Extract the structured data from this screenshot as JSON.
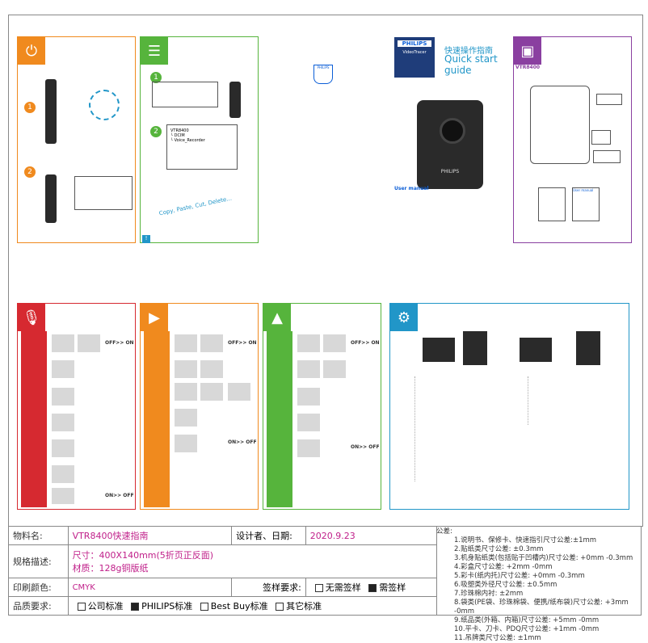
{
  "colors": {
    "orange": "#f08a1e",
    "green": "#56b43c",
    "purple": "#8a3fa0",
    "blue": "#2196c8",
    "red": "#d62930",
    "philips": "#0b5ed7",
    "magenta": "#c0208a"
  },
  "quickstart": {
    "brand": "PHILIPS",
    "product": "VideoTracer",
    "title_cn": "快速操作指南",
    "title_en": "Quick start guide",
    "model": "VTR8400",
    "camera_label": "PHILIPS",
    "laptop_files": [
      "VTR8400",
      "└ DCIM",
      "└ Voice_Recorder"
    ],
    "copy_text": "Copy, Paste, Cut, Delete...",
    "user_manual": "User manual",
    "user_manual2": "User manual"
  },
  "panels": {
    "on": "OFF>> ON",
    "off": "ON>> OFF"
  },
  "spec": {
    "material_label": "物料名:",
    "material": "VTR8400快速指南",
    "designer_label": "设计者、日期:",
    "date": "2020.9.23",
    "notes_label": "公差:",
    "spec_label": "规格描述:",
    "size": "尺寸：400X140mm(5折页正反面)",
    "paper": "材质：128g铜版纸",
    "color_label": "印刷颜色:",
    "color": "CMYK",
    "sign_label": "签样要求:",
    "sign_opt1": "无需签样",
    "sign_opt2": "需签样",
    "quality_label": "品质要求:",
    "q1": "公司标准",
    "q2": "PHILIPS标准",
    "q3": "Best Buy标准",
    "q4": "其它标准"
  },
  "notes": [
    "1.说明书、保修卡、快速指引尺寸公差:±1mm",
    "2.贴纸类尺寸公差: ±0.3mm",
    "3.机身贴纸类(包括贴于凹槽内)尺寸公差: +0mm -0.3mm",
    "4.彩盒尺寸公差: +2mm -0mm",
    "5.彩卡(纸内托)尺寸公差: +0mm -0.3mm",
    "6.吸塑类外径尺寸公差: ±0.5mm",
    "7.珍珠棉内衬: ±2mm",
    "8.袋类(PE袋、珍珠棉袋、便携/纸布袋)尺寸公差: +3mm -0mm",
    "9.纸品类(外箱、内箱)尺寸公差: +5mm -0mm",
    "10.平卡、刀卡、PDQ尺寸公差: +1mm -0mm",
    "11.吊牌类尺寸公差: ±1mm"
  ]
}
